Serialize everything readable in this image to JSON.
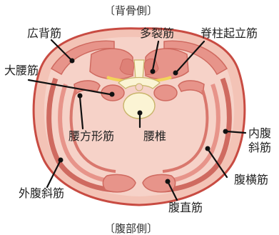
{
  "orientation": {
    "top": "〔背骨側〕",
    "bottom": "〔腹部側〕"
  },
  "labels": {
    "latissimus_dorsi": "広背筋",
    "multifidus": "多裂筋",
    "erector_spinae": "脊柱起立筋",
    "psoas_major": "大腰筋",
    "quadratus_lumborum": "腰方形筋",
    "lumbar_vertebra": "腰椎",
    "internal_oblique_line1": "内腹",
    "internal_oblique_line2": "斜筋",
    "transversus_abdominis": "腹横筋",
    "external_oblique": "外腹斜筋",
    "rectus_abdominis": "腹直筋"
  },
  "colors": {
    "body_outline": "#c84b42",
    "body_fill": "#f6d2c8",
    "skin_band": "#f3c3b6",
    "muscle_fill": "#e7948a",
    "muscle_stroke": "#cf6a60",
    "fascia_stroke": "#d9776d",
    "bone_fill": "#fbf4d4",
    "bone_stroke": "#c8b46a",
    "marrow_yellow": "#f2d35a",
    "pointer": "#111111",
    "label_text": "#222222"
  }
}
